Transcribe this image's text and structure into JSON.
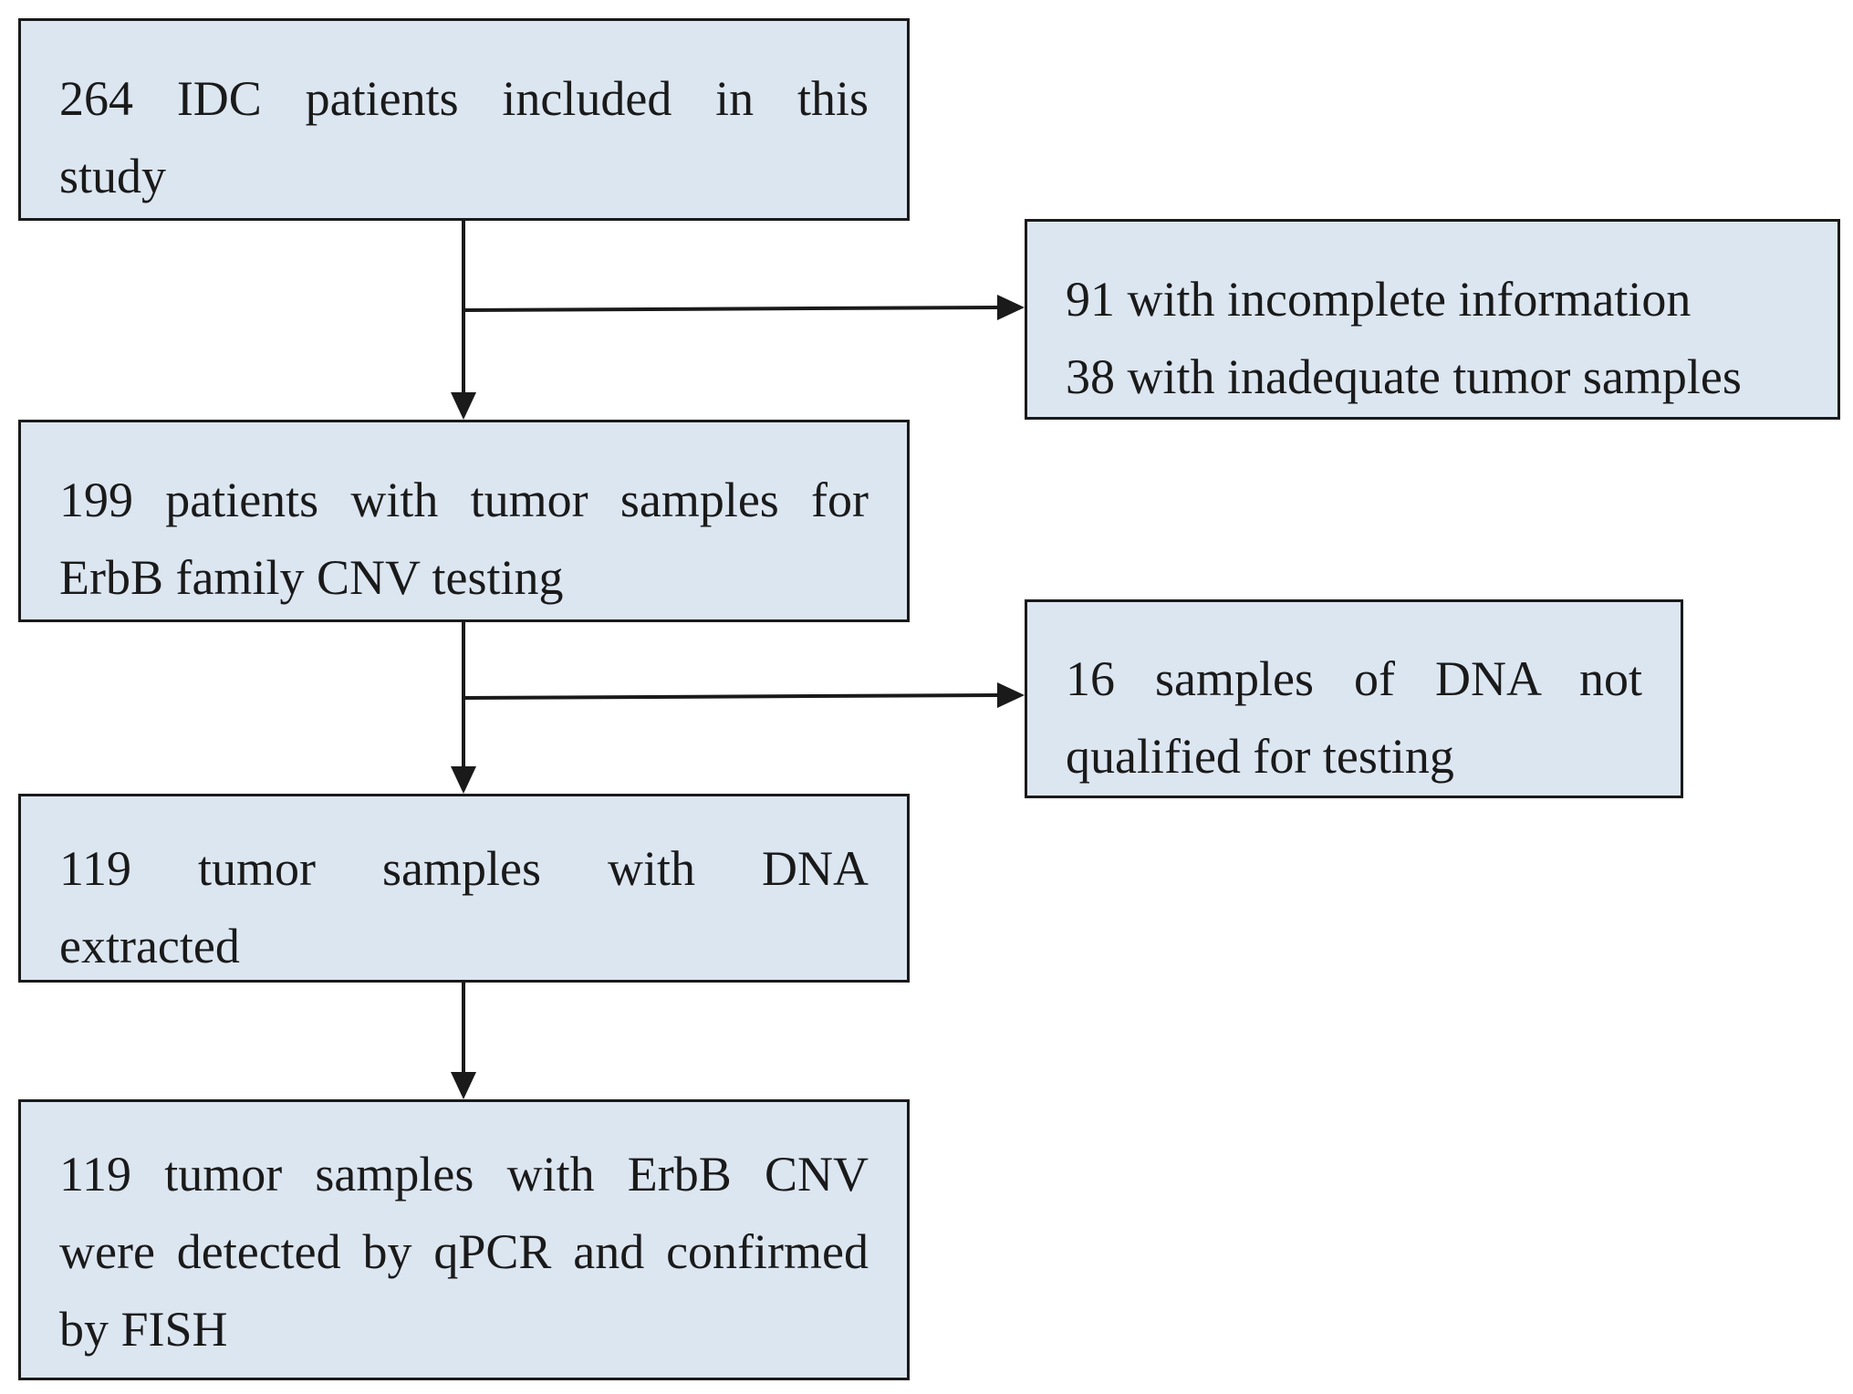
{
  "flowchart": {
    "included": {
      "lines": [
        "264 IDC patients included in this",
        "study"
      ]
    },
    "excluded_first": {
      "lines": [
        "91 with incomplete information",
        "38 with inadequate tumor samples"
      ]
    },
    "tested": {
      "lines": [
        "199 patients with tumor samples for",
        "ErbB family CNV testing"
      ]
    },
    "excluded_second": {
      "lines": [
        "16 samples of DNA not",
        "qualified for testing"
      ]
    },
    "extracted": {
      "lines": [
        "119 tumor samples with DNA",
        "extracted"
      ]
    },
    "confirmed": {
      "lines": [
        "119 tumor samples with ErbB CNV",
        "were detected by qPCR and confirmed",
        "by FISH"
      ]
    }
  },
  "colors": {
    "box_fill": "#dce6f1",
    "border": "#1a1a1a"
  }
}
